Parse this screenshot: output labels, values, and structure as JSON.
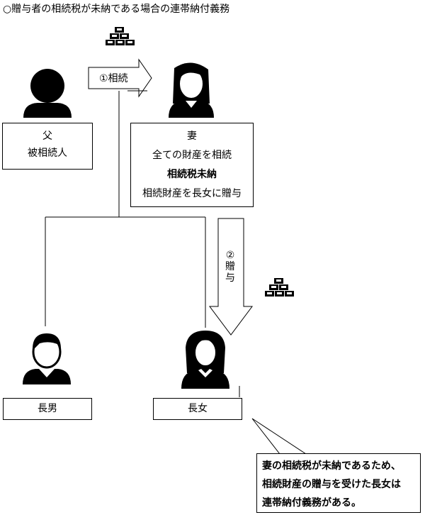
{
  "title": "○贈与者の相続税が未納である場合の連帯納付義務",
  "arrow_inherit_label": "①相続",
  "arrow_gift_label": [
    "②",
    "贈",
    "与"
  ],
  "father": {
    "line1": "父",
    "line2": "被相続人"
  },
  "wife": {
    "line1": "妻",
    "line2": "全ての財産を相続",
    "line3": "相続税未納",
    "line4": "相続財産を長女に贈与"
  },
  "eldest_son": {
    "label": "長男"
  },
  "eldest_daughter": {
    "label": "長女"
  },
  "callout": {
    "line1": "妻の相続税が未納であるため、",
    "line2": "相続財産の贈与を受けた長女は",
    "line3": "連帯納付義務がある。"
  },
  "icons": [
    "money-stack-icon",
    "man-icon",
    "woman-icon",
    "boy-icon",
    "girl-icon"
  ],
  "colors": {
    "line": "#000000",
    "fill": "#000000",
    "background": "#ffffff"
  }
}
